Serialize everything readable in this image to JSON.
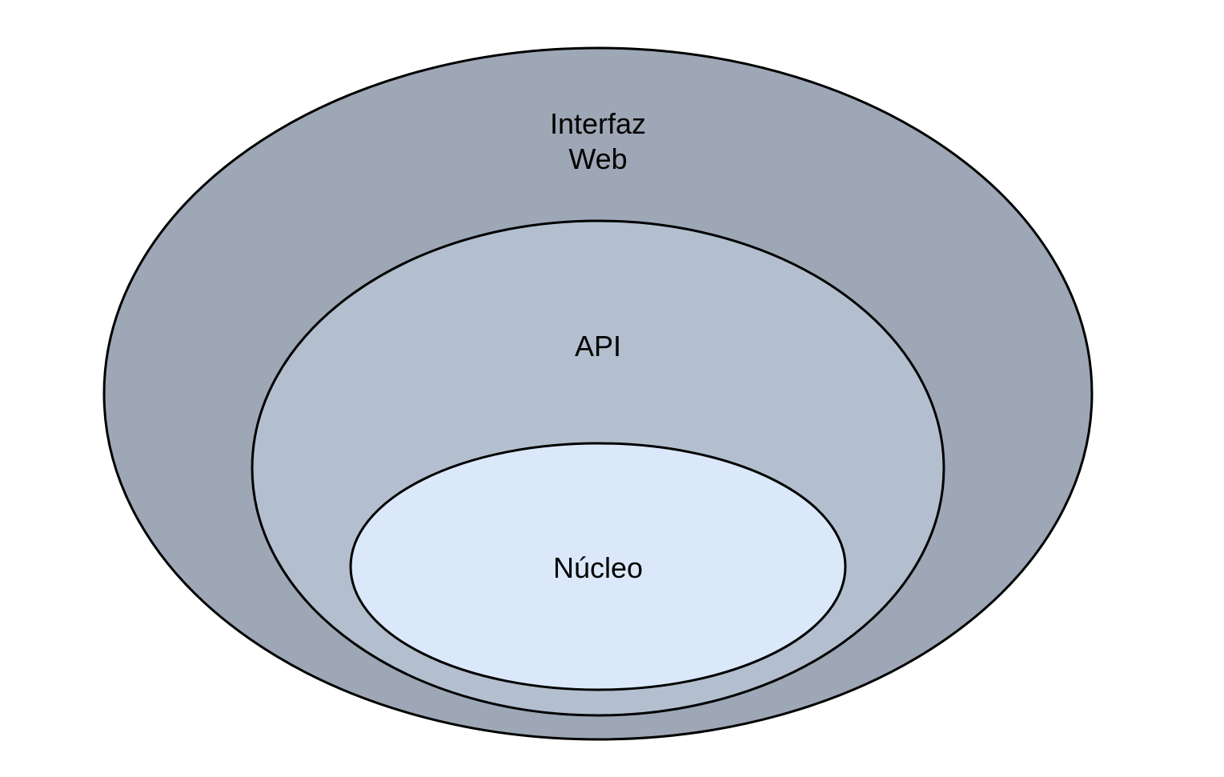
{
  "diagram": {
    "layers": [
      {
        "id": "outer",
        "label_lines": [
          "Interfaz",
          "Web"
        ],
        "fill": "#9da7b5"
      },
      {
        "id": "middle",
        "label_lines": [
          "API"
        ],
        "fill": "#b3bfcf"
      },
      {
        "id": "inner",
        "label_lines": [
          "Núcleo"
        ],
        "fill": "#dae8fa"
      }
    ],
    "stroke": "#000000"
  }
}
